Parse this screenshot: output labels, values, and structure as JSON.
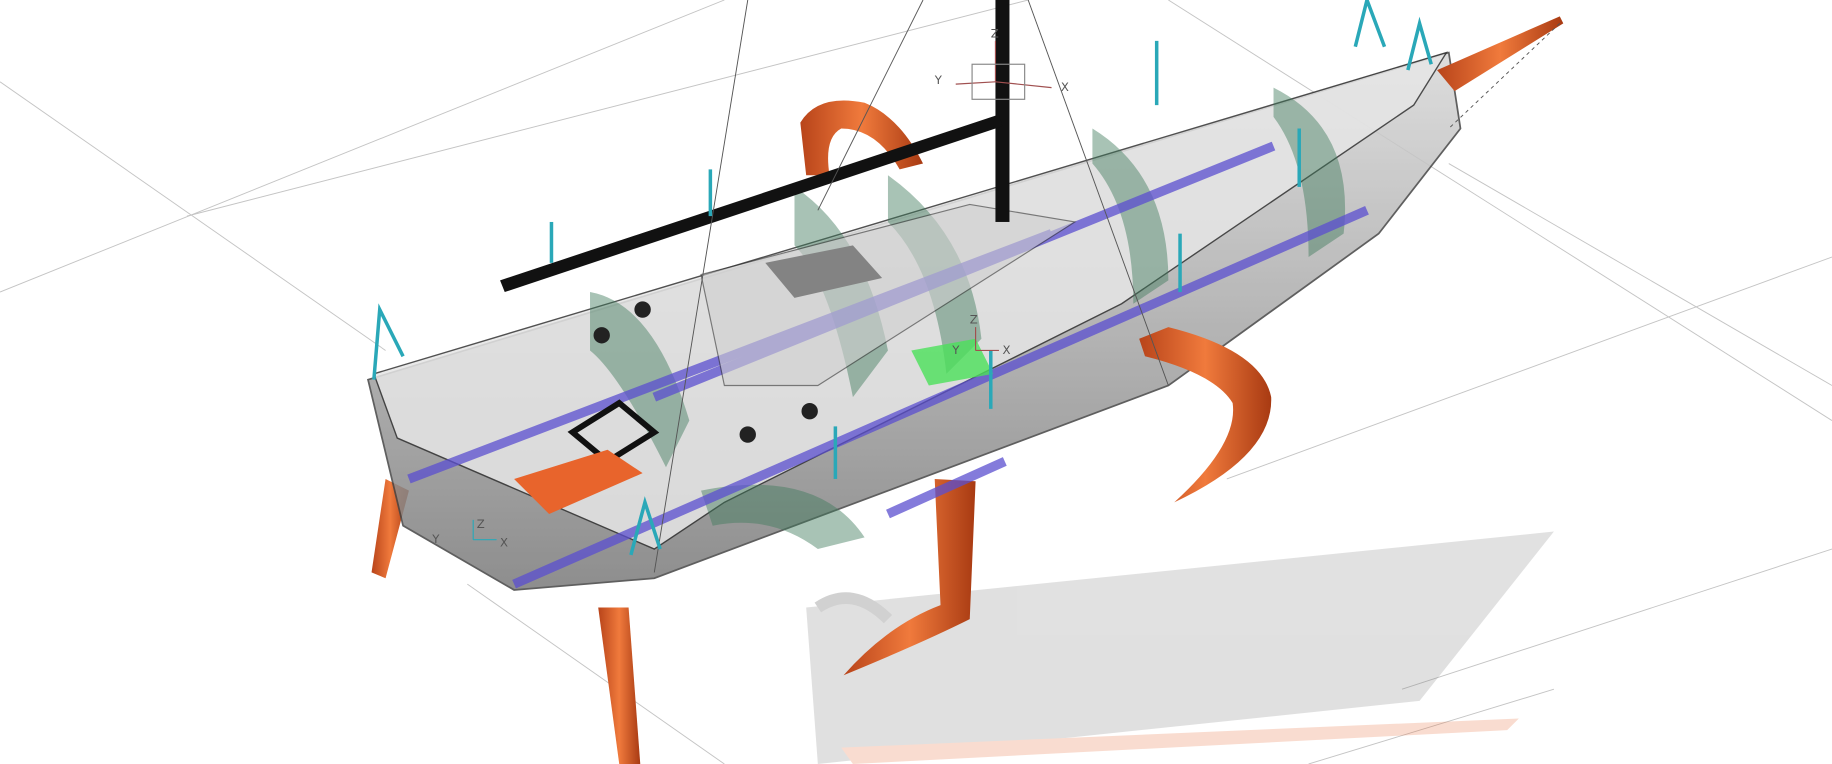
{
  "viewport": {
    "axis_triads": [
      {
        "name": "mast-triad",
        "labels": {
          "x": "X",
          "y": "Y",
          "z": "Z"
        }
      },
      {
        "name": "cockpit-triad",
        "labels": {
          "x": "X",
          "y": "Y",
          "z": "Z"
        }
      },
      {
        "name": "stern-triad",
        "labels": {
          "x": "X",
          "y": "Y",
          "z": "Z"
        }
      }
    ],
    "colors": {
      "background": "#ffffff",
      "grid": "#bdbdbd",
      "hull": "#9a9a9a",
      "deck": "#e4e4e4",
      "foils": "#e8642c",
      "stringers": "#5b4fd0",
      "frames": "#3f7a5c",
      "stanchions": "#2aa8b8",
      "mast": "#111111",
      "highlight": "#4be15a"
    }
  }
}
